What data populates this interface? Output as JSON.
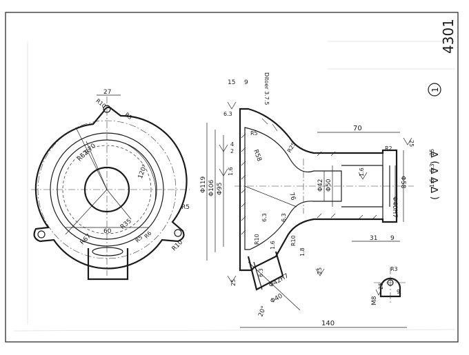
{
  "drawing_number": "4301",
  "surface_finish_header": {
    "circle_label": "1",
    "values": [
      "25",
      "6.3",
      "1.6"
    ]
  },
  "left_view_dimensions": [
    "27",
    "R10",
    "R5",
    "R70",
    "R62",
    "120°",
    "R5",
    "R35",
    "60",
    "R67",
    "R5",
    "R6",
    "R10"
  ],
  "section_view_dimensions": {
    "top": [
      "15",
      "9",
      "Ditoer 3.7.5",
      "6.3",
      "R5",
      "4",
      "2",
      "R58",
      "R25",
      "70",
      "R2",
      "25"
    ],
    "diameters": [
      "Φ119",
      "Φ106",
      "Φ95",
      "Φ42",
      "Φ50",
      "Φ40H7",
      "Φ58"
    ],
    "mid": [
      "76",
      "1.6",
      "1.6",
      "6.3",
      "6.3",
      "R10",
      "R10",
      "1.8",
      "1.6",
      "31",
      "9"
    ],
    "bottom": [
      "6.3",
      "25",
      "Φ42H7",
      "Φ40",
      "25",
      "20°",
      "140"
    ]
  },
  "detail_view_dimensions": [
    "R3",
    "9",
    "M8",
    "25"
  ]
}
